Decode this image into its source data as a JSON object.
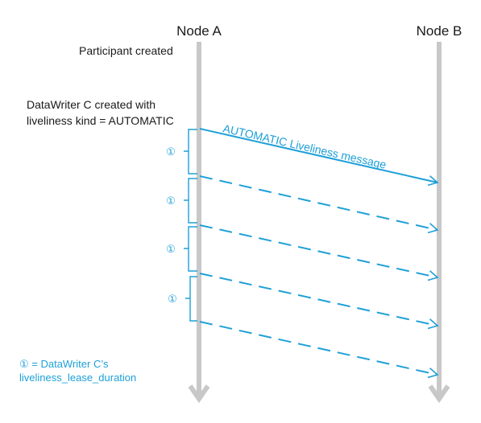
{
  "nodes": {
    "a_label": "Node A",
    "b_label": "Node B"
  },
  "events": {
    "participant_created": "Participant created",
    "datawriter_line1": "DataWriter C created with",
    "datawriter_line2": "liveliness kind = AUTOMATIC"
  },
  "message": {
    "label": "AUTOMATIC  Liveliness message"
  },
  "interval_marker": {
    "symbol": "①",
    "count": 4
  },
  "legend": {
    "line1": "① = DataWriter C’s",
    "line2": "liveliness_lease_duration"
  },
  "colors": {
    "lifeline": "#c8c8c8",
    "accent": "#1ea0d8",
    "text": "#1a1a1a"
  }
}
